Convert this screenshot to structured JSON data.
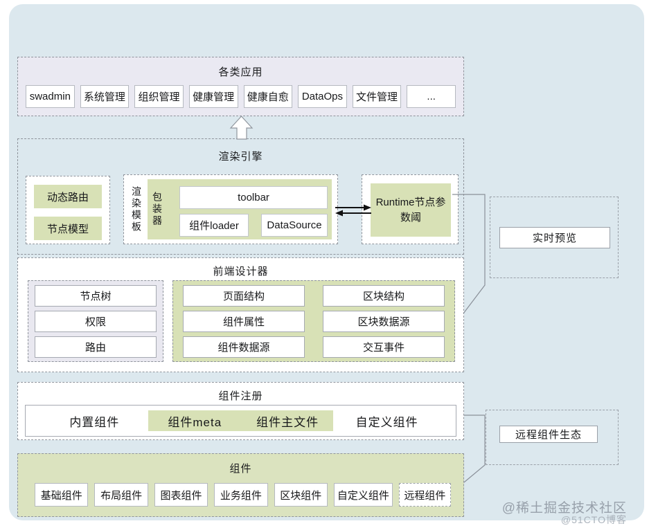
{
  "colors": {
    "card_bg": "#dce8ee",
    "apps_bg": "#eae9f2",
    "green_fill": "#d8e1b6",
    "components_bg": "#dbe3bf",
    "dashed_border": "#8e939b"
  },
  "apps_section": {
    "title": "各类应用",
    "items": [
      "swadmin",
      "系统管理",
      "组织管理",
      "健康管理",
      "健康自愈",
      "DataOps",
      "文件管理",
      "..."
    ]
  },
  "render_engine": {
    "title": "渲染引擎",
    "left_items": [
      "动态路由",
      "节点模型"
    ],
    "template_label": "渲染模板",
    "wrapper_label": "包装器",
    "toolbar_label": "toolbar",
    "loader_label": "组件loader",
    "datasource_label": "DataSource",
    "runtime_label": "Runtime节点参数阈"
  },
  "preview": {
    "label": "实时预览"
  },
  "designer": {
    "title": "前端设计器",
    "left_items": [
      "节点树",
      "权限",
      "路由"
    ],
    "middle_items": [
      "页面结构",
      "组件属性",
      "组件数据源"
    ],
    "right_items": [
      "区块结构",
      "区块数据源",
      "交互事件"
    ]
  },
  "registry": {
    "title": "组件注册",
    "builtin_label": "内置组件",
    "meta_label": "组件meta",
    "main_file_label": "组件主文件",
    "custom_label": "自定义组件"
  },
  "components_section": {
    "title": "组件",
    "items": [
      "基础组件",
      "布局组件",
      "图表组件",
      "业务组件",
      "区块组件",
      "自定义组件",
      "远程组件"
    ]
  },
  "remote_eco": {
    "label": "远程组件生态"
  },
  "watermark": {
    "line1": "@稀土掘金技术社区",
    "line2": "@51CTO博客"
  }
}
